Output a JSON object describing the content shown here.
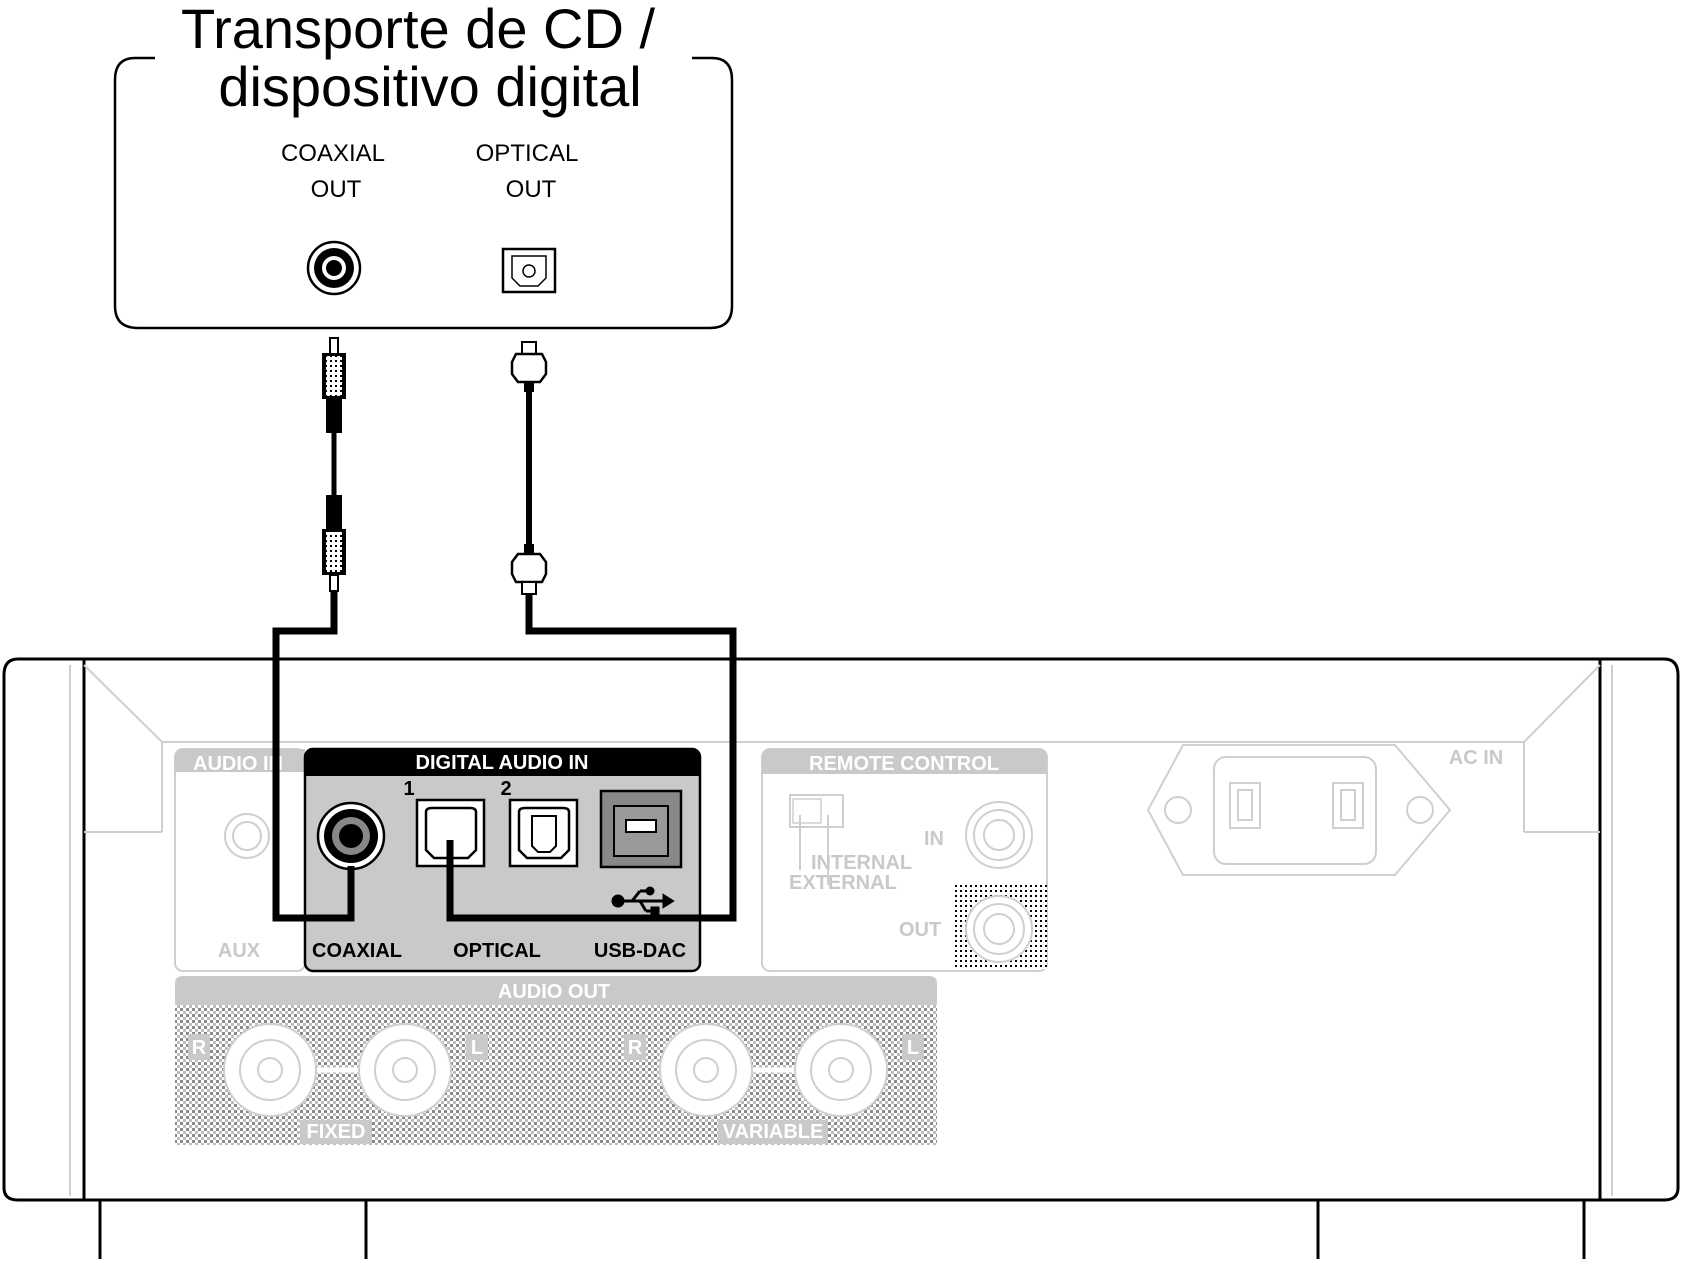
{
  "source_device": {
    "title_line1": "Transporte de CD /",
    "title_line2": "dispositivo digital",
    "coaxial_line1": "COAXIAL",
    "coaxial_line2": "OUT",
    "optical_line1": "OPTICAL",
    "optical_line2": "OUT"
  },
  "rear_panel": {
    "audio_in_header": "AUDIO IN",
    "aux_label": "AUX",
    "digital_audio_in_header": "DIGITAL AUDIO IN",
    "optical_num_1": "1",
    "optical_num_2": "2",
    "coaxial_label": "COAXIAL",
    "optical_label": "OPTICAL",
    "usb_dac_label": "USB-DAC",
    "remote_control_header": "REMOTE CONTROL",
    "remote_in_label": "IN",
    "remote_out_label": "OUT",
    "internal_label": "INTERNAL",
    "external_label": "EXTERNAL",
    "ac_in_label": "AC IN",
    "audio_out_header": "AUDIO OUT",
    "fixed_label": "FIXED",
    "variable_label": "VARIABLE",
    "r_label": "R",
    "l_label": "L"
  },
  "icons": [
    "rca-jack-icon",
    "optical-port-icon",
    "usb-b-port-icon",
    "usb-symbol-icon",
    "rca-plug-icon",
    "optical-plug-icon",
    "ac-inlet-icon"
  ]
}
